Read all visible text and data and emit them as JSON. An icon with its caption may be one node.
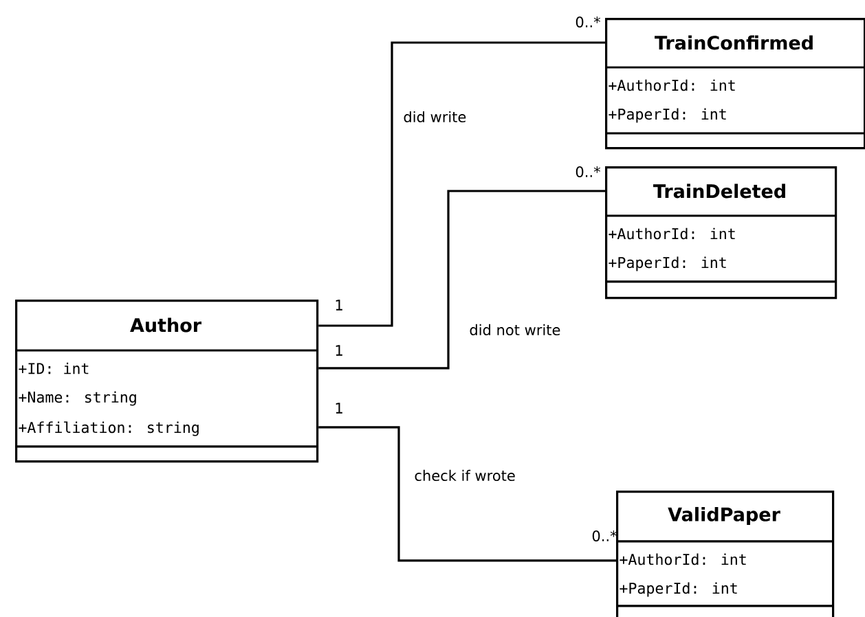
{
  "diagram": {
    "nodes": [
      {
        "text": [
          "Author",
          "+ID: int",
          "+Name: string",
          "+Affiliation: string"
        ]
      },
      {
        "text": [
          "TrainConfirmed",
          "+AuthorId: int",
          "+PaperId: int"
        ]
      },
      {
        "text": [
          "TrainDeleted",
          "+AuthorId: int",
          "+PaperId: int"
        ]
      },
      {
        "text": [
          "ValidPaper",
          "+AuthorId: int",
          "+PaperId: int"
        ]
      }
    ],
    "edges": [
      {
        "from": 0,
        "to": 1,
        "arrow": "none",
        "label": "did write"
      },
      {
        "from": 0,
        "to": 2,
        "arrow": "none",
        "label": "did not write"
      },
      {
        "from": 0,
        "to": 3,
        "arrow": "none",
        "label": "check if wrote"
      }
    ],
    "labels": [
      "0..*",
      "0..*",
      "1",
      "1",
      "1",
      "0..*"
    ]
  }
}
